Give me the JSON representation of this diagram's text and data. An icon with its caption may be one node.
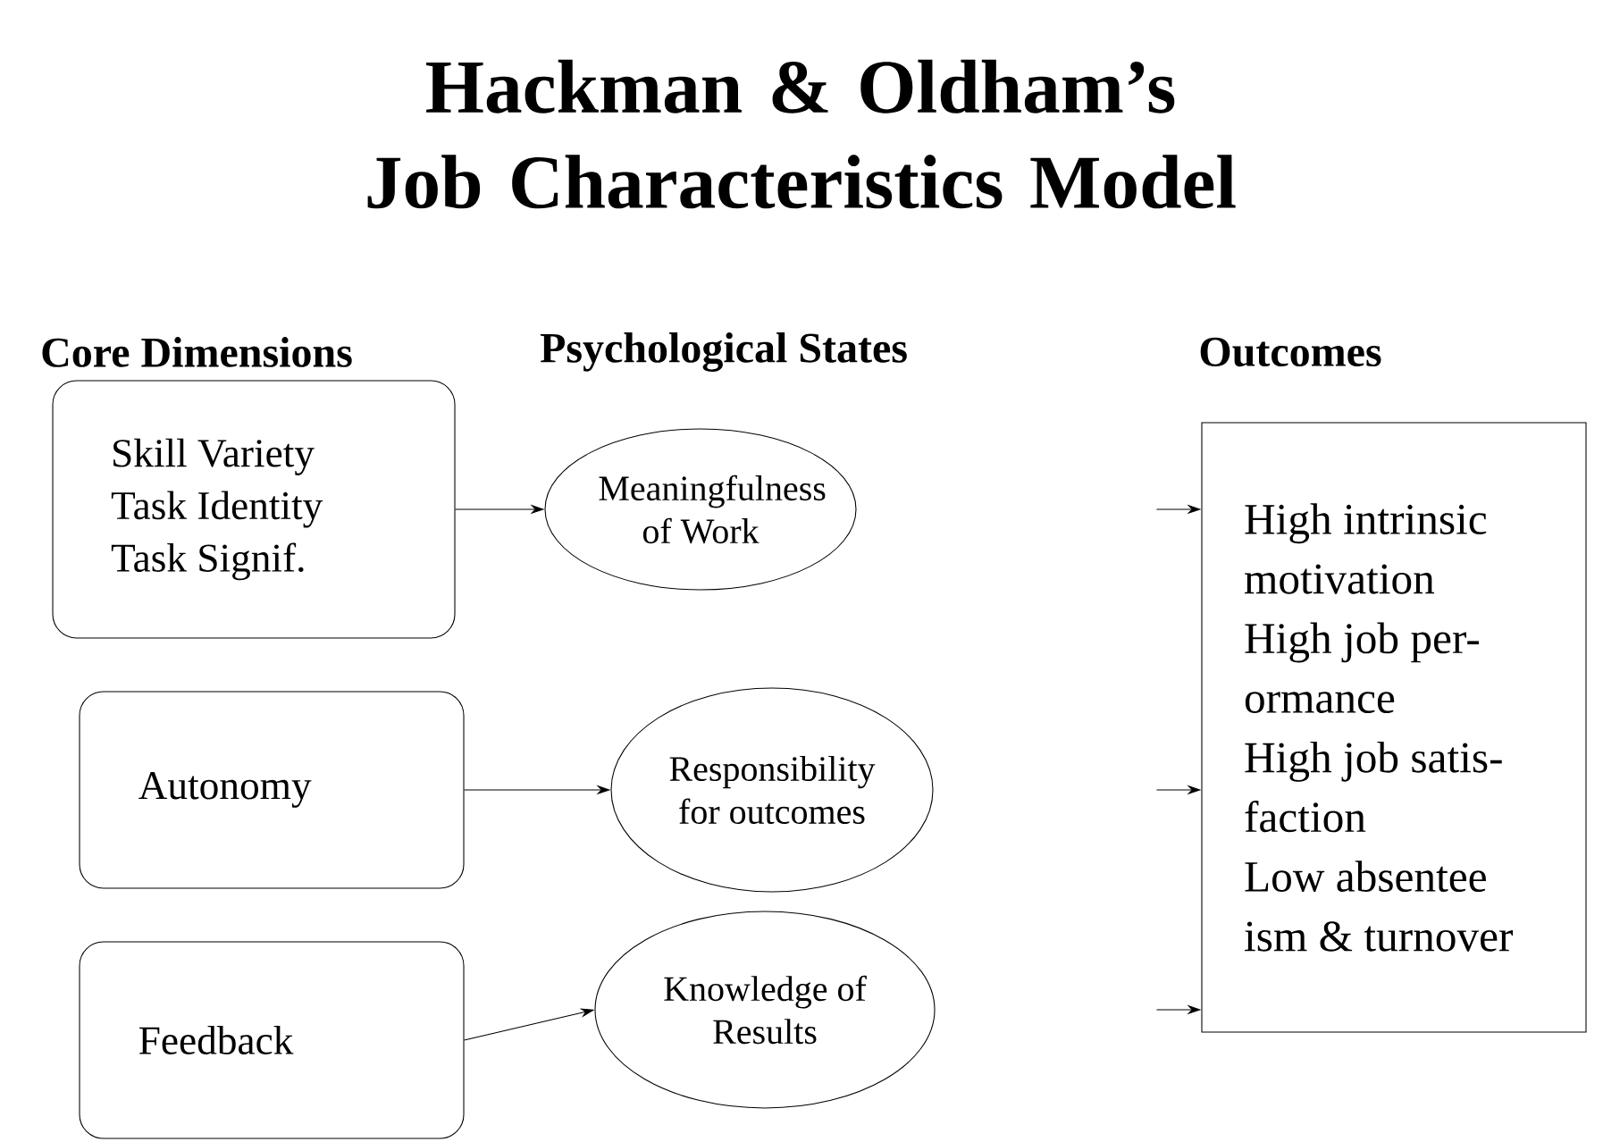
{
  "diagram": {
    "title": "Hackman & Oldham’s Job Characteristics Model",
    "nodes": [
      {
        "text": [
          "Skill Variety Task Identity Task Signif."
        ]
      },
      {
        "text": [
          "Meaningfulness of Work"
        ]
      },
      {
        "text": [
          "Autonomy"
        ]
      },
      {
        "text": [
          "Responsibility for outcomes"
        ]
      },
      {
        "text": [
          "Feedback"
        ]
      },
      {
        "text": [
          "Knowledge of Results"
        ]
      },
      {
        "text": [
          "High intrinsic motivation",
          "High job per- ormance",
          "High job satis- faction",
          "Low absentee ism & turnover"
        ]
      }
    ],
    "edges": [
      {
        "from": 0,
        "to": 1,
        "arrow": "to"
      },
      {
        "from": 2,
        "to": 3,
        "arrow": "to"
      },
      {
        "from": 4,
        "to": 5,
        "arrow": "to"
      },
      {
        "from": null,
        "to": 6,
        "arrow": "to"
      },
      {
        "from": null,
        "to": 6,
        "arrow": "to"
      },
      {
        "from": null,
        "to": 6,
        "arrow": "to"
      }
    ],
    "labels": [
      "Core Dimensions",
      "Psychological States",
      "Outcomes"
    ]
  }
}
